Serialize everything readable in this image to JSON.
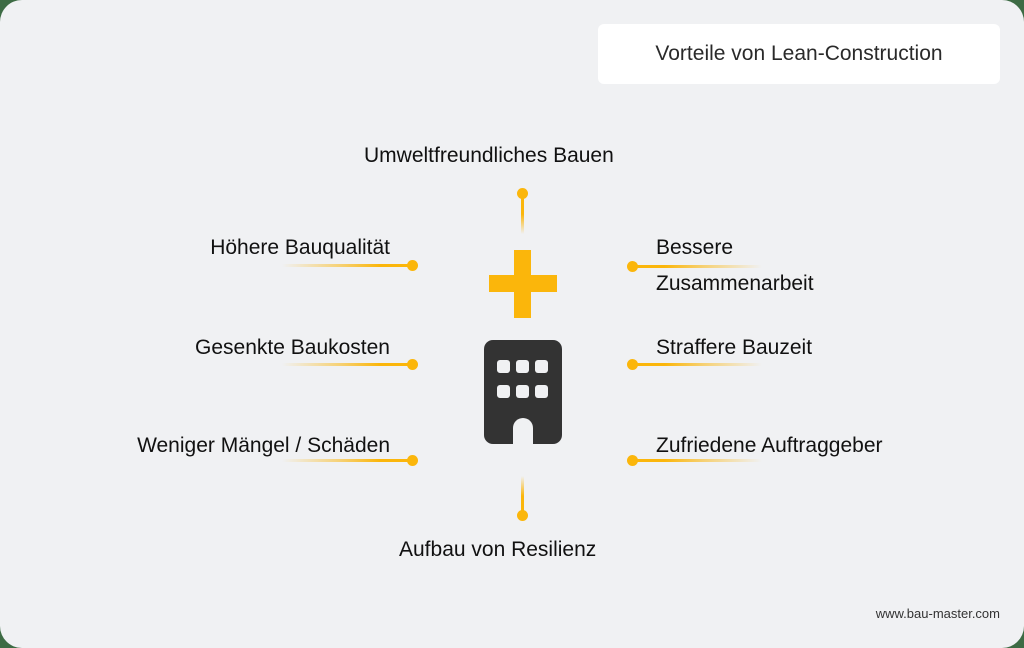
{
  "title": "Vorteile von Lean-Construction",
  "center": {
    "plus_icon": "plus-icon",
    "building_icon": "building-icon",
    "accent_color": "#fbb60b",
    "building_color": "#333333"
  },
  "top": {
    "label": "Umweltfreundliches Bauen"
  },
  "bottom": {
    "label": "Aufbau von Resilienz"
  },
  "left": [
    {
      "label": "Höhere Bauqualität"
    },
    {
      "label": "Gesenkte Baukosten"
    },
    {
      "label": "Weniger Mängel / Schäden"
    }
  ],
  "right": [
    {
      "label_line1": "Bessere",
      "label_line2": "Zusammenarbeit"
    },
    {
      "label": "Straffere Bauzeit"
    },
    {
      "label": "Zufriedene Auftraggeber"
    }
  ],
  "footer": {
    "url": "www.bau-master.com"
  }
}
